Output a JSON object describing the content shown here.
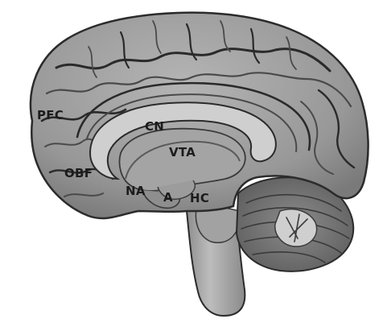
{
  "figure": {
    "description_labels": {
      "pfc": "PFC",
      "cn": "CN",
      "vta": "VTA",
      "obf": "OBF",
      "na": "NA",
      "a": "A",
      "hc": "HC"
    }
  },
  "colors": {
    "background": "#ffffff",
    "cortex": "#9a9a9a",
    "cortex_light": "#b8b8b8",
    "corpus_callosum": "#c9c9c9",
    "ventricle": "#8a8a8a",
    "brainstem": "#a8a8a8",
    "cerebellum": "#7c7c7c",
    "outline": "#2b2b2b",
    "label": "#1c1c1c"
  }
}
